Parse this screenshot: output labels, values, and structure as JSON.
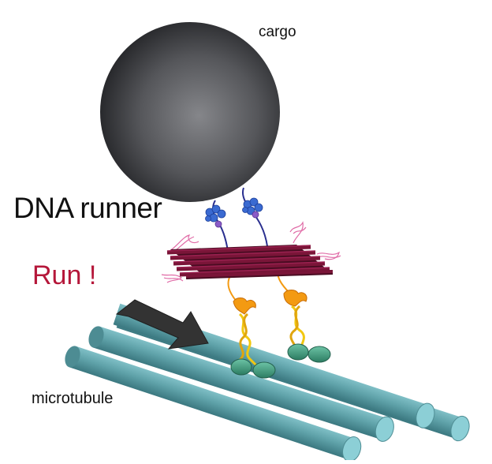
{
  "labels": {
    "cargo": "cargo",
    "title": "DNA runner",
    "run": "Run !",
    "microtubule": "microtubule"
  },
  "colors": {
    "cargo_sphere": "#55565a",
    "dna_origami": "#7a1538",
    "microtubule": "#5fa2a9",
    "microtubule_end": "#8ccfd6",
    "kinesin_head": "#3f9c80",
    "kinesin_stalk": "#f2c811",
    "kinesin_neck": "#f39a12",
    "linker_protein": "#3a6ad1",
    "linker_dna": "#2a2f8f",
    "ssdna_overhang": "#e06aa6",
    "arrow": "#333333",
    "run_text": "#b5173a"
  },
  "icons": [
    "arrow-icon"
  ]
}
